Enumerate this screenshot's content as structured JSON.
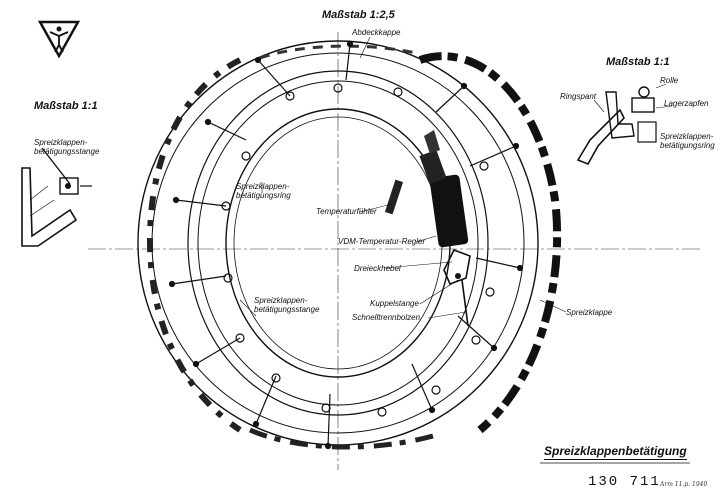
{
  "scales": {
    "main": "Maßstab 1:2,5",
    "left": "Maßstab 1:1",
    "right": "Maßstab 1:1"
  },
  "labels": {
    "abdeckkappe": "Abdeckkappe",
    "ringspant": "Ringspant",
    "rolle": "Rolle",
    "lagerzapfen": "Lagerzapfen",
    "ring_right": "Spreizklappen-\nbetätigungsring",
    "stange_left": "Spreizklappen-\nbetätigungsstange",
    "ring_main": "Spreizklappen-\nbetätigungsring",
    "temperaturfuehler": "Temperaturfühler",
    "vdm_regler": "VDM-Temperatur-Regler",
    "dreieckhebel": "Dreieckhebel",
    "stange_main": "Spreizklappen-\nbetätigungsstange",
    "kuppelstange": "Kuppelstange",
    "schnelltrennbolzen": "Schnelltrennbolzen",
    "spreizklappe": "Spreizklappe"
  },
  "title_block": {
    "title": "Spreizklappenbetätigung",
    "drawing_number": "130 711",
    "signature": "Arm 11.p. 1940"
  }
}
